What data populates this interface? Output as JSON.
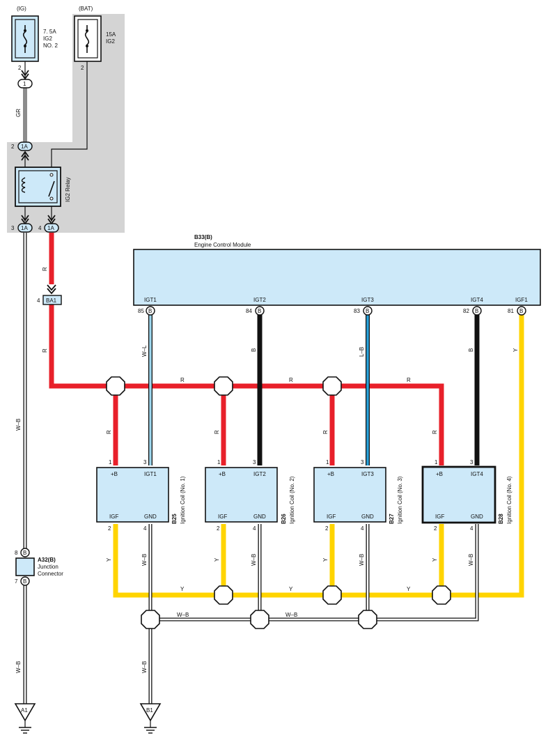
{
  "power": {
    "ig_label": "(IG)",
    "bat_label": "(BAT)",
    "fuse_ig_rating": "7. 5A",
    "fuse_ig_name": "IG2",
    "fuse_ig_no": "NO. 2",
    "fuse_bat_rating": "15A",
    "fuse_bat_name": "IG2",
    "fuse_ig_pin": "2",
    "fuse_bat_pin": "2"
  },
  "relay": {
    "name": "IG2 Relay",
    "conn_top_pin": "2",
    "conn_top": "1A",
    "conn_1": "1",
    "conn_left_pin": "3",
    "conn_left": "1A",
    "conn_right_pin": "4",
    "conn_right": "1A"
  },
  "connectors": {
    "ba1_pin": "4",
    "ba1": "BA1",
    "a32_id": "A32(B)",
    "a32_line1": "Junction",
    "a32_line2": "Connector",
    "a32_pin_top": "8",
    "a32_pin_bot": "7",
    "a32_b": "B"
  },
  "ecm": {
    "id": "B33(B)",
    "name": "Engine Control Module",
    "terminals": [
      {
        "name": "IGT1",
        "pin": "85",
        "conn": "B"
      },
      {
        "name": "IGT2",
        "pin": "84",
        "conn": "B"
      },
      {
        "name": "IGT3",
        "pin": "83",
        "conn": "B"
      },
      {
        "name": "IGT4",
        "pin": "82",
        "conn": "B"
      },
      {
        "name": "IGF1",
        "pin": "81",
        "conn": "B"
      }
    ]
  },
  "coils": [
    {
      "id": "B25",
      "name": "Ignition Coil (No. 1)",
      "plus": "+B",
      "igt": "IGT1",
      "igf": "IGF",
      "gnd": "GND",
      "p_plus": "1",
      "p_igt": "3",
      "p_igf": "2",
      "p_gnd": "4"
    },
    {
      "id": "B26",
      "name": "Ignition Coil (No. 2)",
      "plus": "+B",
      "igt": "IGT2",
      "igf": "IGF",
      "gnd": "GND",
      "p_plus": "1",
      "p_igt": "3",
      "p_igf": "2",
      "p_gnd": "4"
    },
    {
      "id": "B27",
      "name": "Ignition Coil (No. 3)",
      "plus": "+B",
      "igt": "IGT3",
      "igf": "IGF",
      "gnd": "GND",
      "p_plus": "1",
      "p_igt": "3",
      "p_igf": "2",
      "p_gnd": "4"
    },
    {
      "id": "B28",
      "name": "Ignition Coil (No. 4)",
      "plus": "+B",
      "igt": "IGT4",
      "igf": "IGF",
      "gnd": "GND",
      "p_plus": "1",
      "p_igt": "3",
      "p_igf": "2",
      "p_gnd": "4"
    }
  ],
  "wires": {
    "gr": "GR",
    "r": "R",
    "wb": "W–B",
    "wl": "W–L",
    "b": "B",
    "lb": "L–B",
    "y": "Y"
  },
  "grounds": {
    "a1": "A1",
    "b1": "B1"
  },
  "colors": {
    "red": "#e8202a",
    "yellow": "#ffd400",
    "black": "#111111",
    "gray": "#8c8c8c",
    "blue": "#29a3dc",
    "box_fill": "#cde9f9",
    "shade": "#d4d4d4"
  }
}
